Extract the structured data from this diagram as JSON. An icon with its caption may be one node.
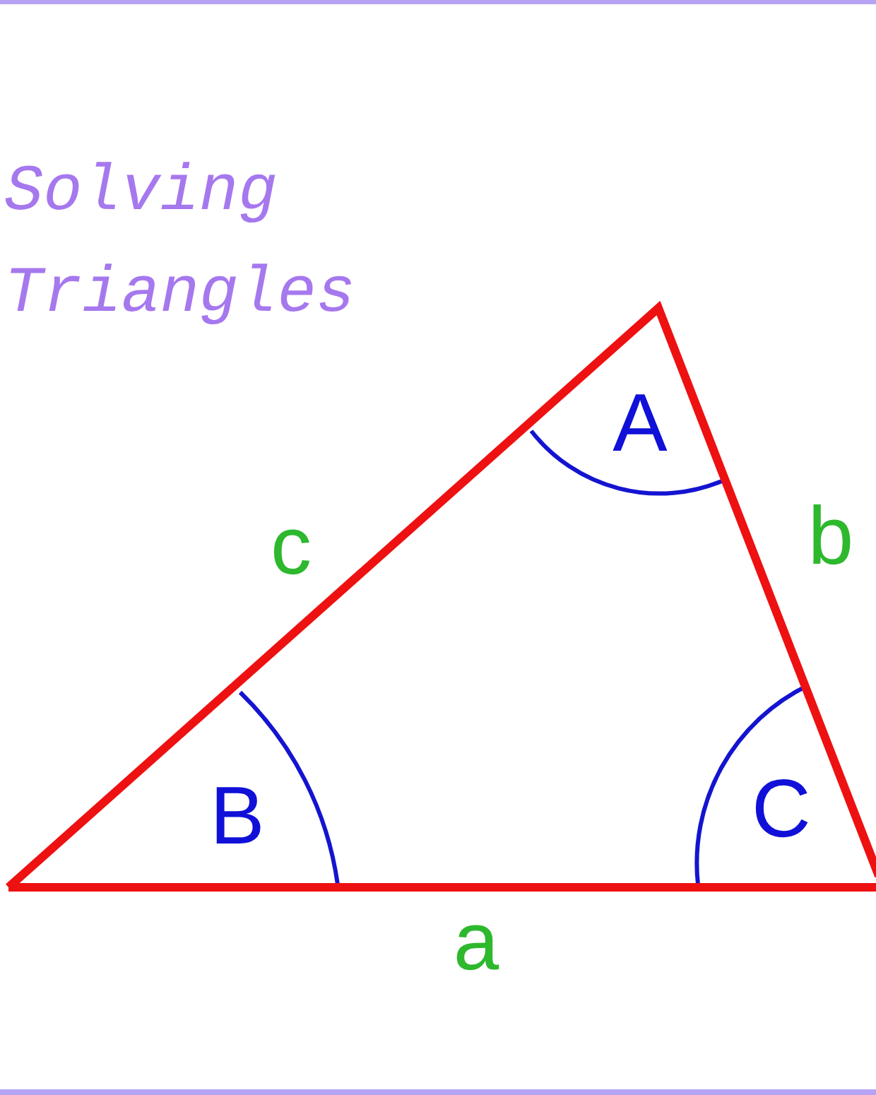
{
  "diagram": {
    "title": "Solving Triangles",
    "labels": [
      "A",
      "c",
      "b",
      "B",
      "C",
      "a"
    ]
  }
}
